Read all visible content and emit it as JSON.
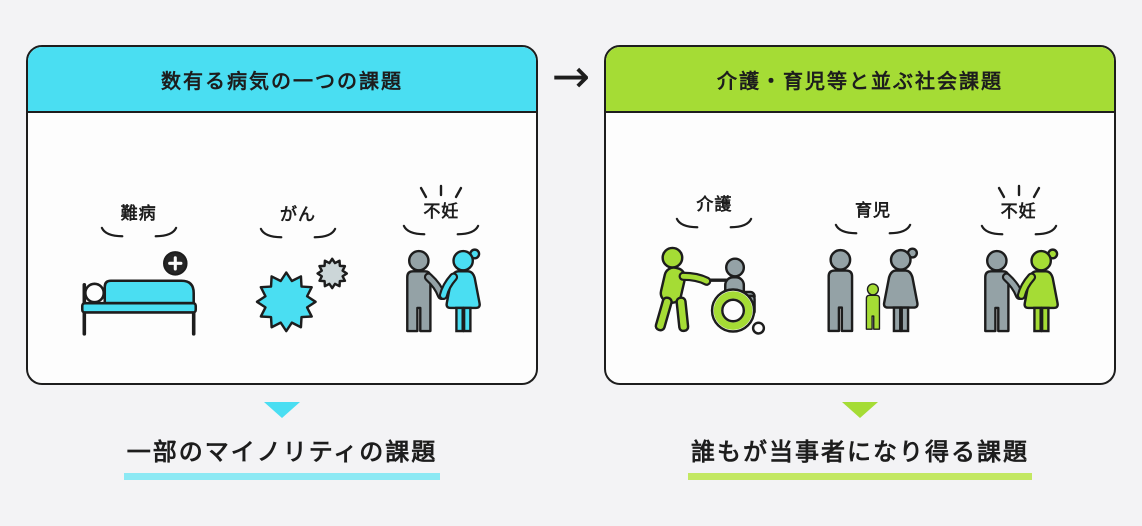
{
  "colors": {
    "cyan_accent": "#4adef2",
    "green_accent": "#a5dc35",
    "cyan_underline": "#8ce9f4",
    "green_underline": "#c3e862",
    "figure_gray": "#94a2a6",
    "outline_dark": "#1d1d1d",
    "background": "#f3f3f5",
    "panel_background": "#fdfdfd"
  },
  "arrow": {
    "symbol": "→",
    "icon": "right-arrow-icon"
  },
  "left_panel": {
    "header": "数有る病気の一つの課題",
    "accent": "#4adef2",
    "items": [
      {
        "label": "難病",
        "icon": "sick-bed-icon",
        "emphasis": false
      },
      {
        "label": "がん",
        "icon": "cancer-cells-icon",
        "emphasis": false
      },
      {
        "label": "不妊",
        "icon": "couple-icon",
        "emphasis": true
      }
    ],
    "pointer_icon": "down-triangle-icon",
    "conclusion": "一部のマイノリティの課題"
  },
  "right_panel": {
    "header": "介護・育児等と並ぶ社会課題",
    "accent": "#a5dc35",
    "items": [
      {
        "label": "介護",
        "icon": "caregiver-wheelchair-icon",
        "emphasis": false
      },
      {
        "label": "育児",
        "icon": "family-childcare-icon",
        "emphasis": false
      },
      {
        "label": "不妊",
        "icon": "couple-icon",
        "emphasis": true
      }
    ],
    "pointer_icon": "down-triangle-icon",
    "conclusion": "誰もが当事者になり得る課題"
  }
}
